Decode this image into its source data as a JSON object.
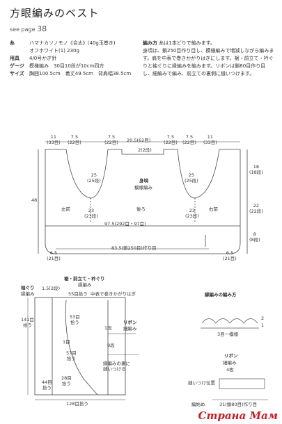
{
  "header": {
    "title": "方眼編みのベスト",
    "see_page_label": "see page",
    "see_page_number": "38"
  },
  "specs": [
    {
      "key": "糸",
      "value": "ハマナカソノモノ《合太》(40g玉巻き)"
    },
    {
      "key": "",
      "value": "オフホワイト(1) 230g"
    },
    {
      "key": "用具",
      "value": "4/0号かぎ針"
    },
    {
      "key": "ゲージ",
      "value": "模様編み　30目10段が10cm四方"
    },
    {
      "key": "サイズ",
      "value": "胸囲100.5cm　着丈49.5cm　背肩幅38.5cm"
    }
  ],
  "method": {
    "title": "編み方",
    "intro": "糸は1本どりで編みます。",
    "body": "身頃は、鎖250目作り目し、模様編みで増減しながら編みます。肩を中表で巻きかがりはぎにします。裾・前立て・衿ぐりと袖ぐりに縁編みを編みます。リボンは鎖80目作り目し、細編みで編み、前立ての裏側に縫いつけます。"
  },
  "body_diagram": {
    "top": {
      "left_shoulder": "11\n(33目)",
      "left_neck": "7.5\n(22目)",
      "back_left_shoulder": "7.5\n(22目)",
      "back_neck": "20.5(62目)",
      "back_right_shoulder": "7.5\n(22目)",
      "right_neck": "7.5\n(22目)",
      "right_shoulder": "11\n(33目)",
      "back_neck_depth": "2(2段)"
    },
    "body_title": "身頃",
    "body_stitch": "模様編み",
    "armhole_left": "25\n(25段)",
    "armhole_right": "25\n(25段)",
    "right_armhole_depth": "18\n(18段)",
    "total_height": "48",
    "side_height": "22\n(22段)",
    "hem_depth": "8\n(8段)",
    "left_front": "左前",
    "back": "後ろ",
    "right_front": "右前",
    "left_width": "23\n(23段)",
    "right_width": "23\n(23段)",
    "total_width": "97.5(292目・97目)",
    "left_corner": "6.5\n(21目)",
    "right_corner": "6.5\n(21目)",
    "foundation": "83.5(鎖250目)作り目"
  },
  "lower_left": {
    "armhole_label": "袖ぐり",
    "armhole_stitch": "縁編み",
    "front_label": "裾・前立て・衿ぐり",
    "front_stitch": "縁編み",
    "shoulder_pick": "1.5(2段)",
    "pick_55": "55目拾う",
    "shoulder_seam": "中表で巻きかがりはぎ",
    "pick_141": "141目\n拾う",
    "pick_53": "53目\n拾う",
    "row_1": "1段",
    "ribbon_label": "リボン",
    "ribbon_stitch": "細編み",
    "row_1b": "1目",
    "pick_57": "57目\n拾う",
    "rows_9": "9段",
    "sew_note": "縁編みの裏に\n縫いつける",
    "pick_28": "28目\n拾う",
    "pick_44": "44目\n拾う",
    "pick_128": "128目拾う"
  },
  "lower_right": {
    "edging_title": "縁編みの編み方",
    "repeat_label": "3目一模様",
    "row_numbers": [
      "2",
      "1"
    ],
    "ribbon_title": "リボン",
    "ribbon_stitch": "細編み",
    "ribbon_count": "4枚",
    "sew_position": "縫いつけ位置",
    "start_label": "編始め",
    "ribbon_chain": "31(鎖80目)作り目"
  },
  "watermark": "Страна Мам"
}
